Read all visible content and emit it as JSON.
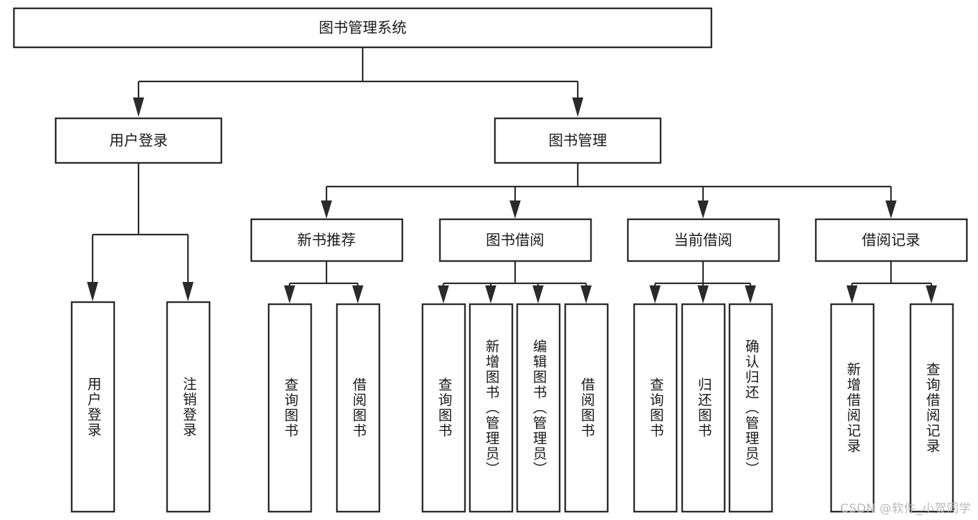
{
  "diagram": {
    "type": "tree",
    "title": "图书管理系统",
    "orientation": "top-down",
    "colors": {
      "background": "#ffffff",
      "box_stroke": "#2a2a2a",
      "box_fill": "#ffffff",
      "text": "#1a1a1a",
      "watermark": "#b9b9b9"
    },
    "root": {
      "label": "图书管理系统"
    },
    "level2": [
      {
        "label": "用户登录"
      },
      {
        "label": "图书管理"
      }
    ],
    "level3": [
      {
        "label": "新书推荐"
      },
      {
        "label": "图书借阅"
      },
      {
        "label": "当前借阅"
      },
      {
        "label": "借阅记录"
      }
    ],
    "leaves": {
      "user_login": [
        {
          "label": "用户登录"
        },
        {
          "label": "注销登录"
        }
      ],
      "new_book_recommend": [
        {
          "label": "查询图书"
        },
        {
          "label": "借阅图书"
        }
      ],
      "book_borrow": [
        {
          "label": "查询图书"
        },
        {
          "label": "新增图书（管理员）"
        },
        {
          "label": "编辑图书（管理员）"
        },
        {
          "label": "借阅图书"
        }
      ],
      "current_borrow": [
        {
          "label": "查询图书"
        },
        {
          "label": "归还图书"
        },
        {
          "label": "确认归还（管理员）"
        }
      ],
      "borrow_record": [
        {
          "label": "新增借阅记录"
        },
        {
          "label": "查询借阅记录"
        }
      ]
    },
    "watermark": "CSDN @软件_小贺同学"
  }
}
